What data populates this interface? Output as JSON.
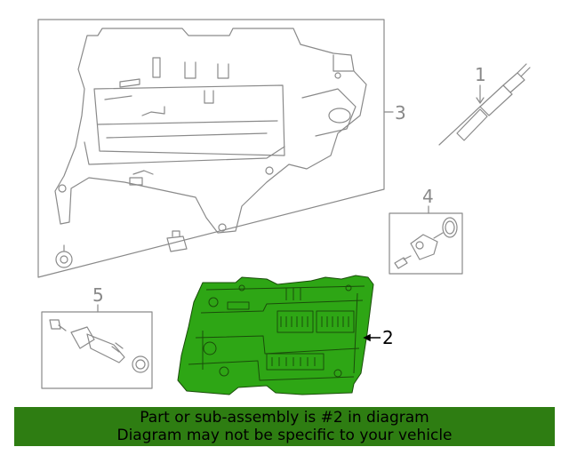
{
  "callouts": {
    "c1": "1",
    "c2": "2",
    "c3": "3",
    "c4": "4",
    "c5": "5"
  },
  "banner": {
    "line1": "Part or sub-assembly is #2 in diagram",
    "line2": "Diagram may not be specific to your vehicle"
  },
  "colors": {
    "banner_bg": "#2e7d12",
    "highlight_part": "#2ea615",
    "line_art": "#8a8a8a"
  },
  "icons": {
    "part1": "glow-plug-icon",
    "part2": "control-module-icon",
    "part3": "module-bracket-icon",
    "part4": "sensor-icon",
    "part5": "sensor-with-seal-icon"
  }
}
